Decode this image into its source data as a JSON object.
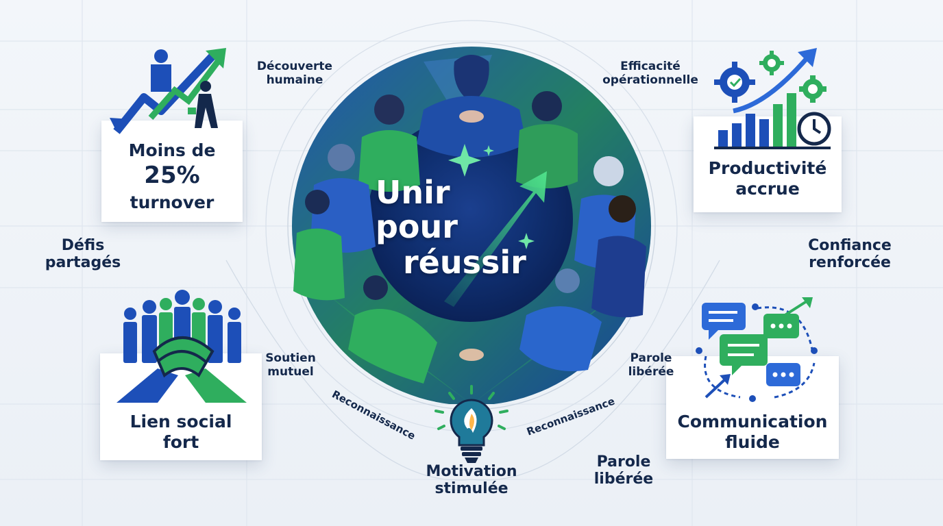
{
  "center": {
    "line1": "Unir",
    "line2": "pour",
    "line3": "réussir"
  },
  "cards": {
    "turnover": {
      "line1": "Moins de",
      "line2": "25%",
      "line3": "turnover"
    },
    "productivity": {
      "line1": "Productivité",
      "line2": "accrue"
    },
    "social": {
      "line1": "Lien social",
      "line2": "fort"
    },
    "communication": {
      "line1": "Communication",
      "line2": "fluide"
    }
  },
  "labels": {
    "decouverte": [
      "Découverte",
      "humaine"
    ],
    "efficacite": [
      "Efficacité",
      "opérationnelle"
    ],
    "defis": [
      "Défis",
      "partagés"
    ],
    "confiance": [
      "Confiance",
      "renforcée"
    ],
    "soutien": [
      "Soutien",
      "mutuel"
    ],
    "parole_upper": [
      "Parole",
      "libérée"
    ],
    "reconnaissance_left": "Reconnaissance",
    "reconnaissance_right": "Reconnaissance",
    "motivation": [
      "Motivation",
      "stimulée"
    ],
    "parole_lower": [
      "Parole",
      "libérée"
    ]
  },
  "colors": {
    "navy": "#14284b",
    "blue": "#1d4fb8",
    "green": "#2fae5e",
    "dark_globe": "#0e2a66"
  },
  "icons": [
    "growth-arrow-icon",
    "gears-chart-icon",
    "handshake-crowd-icon",
    "chat-network-icon",
    "lightbulb-flame-icon",
    "sparkle-arrow-icon"
  ]
}
